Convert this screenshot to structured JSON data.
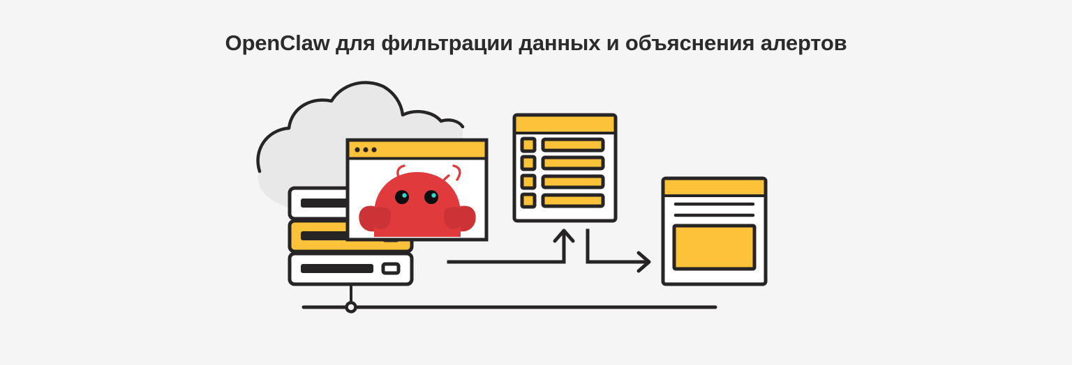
{
  "page": {
    "background_color": "#f5f5f5",
    "title": "OpenClaw для фильтрации данных и объяснения алертов",
    "title_color": "#2b2b2b"
  },
  "palette": {
    "ink": "#272425",
    "yellow": "#fbc23a",
    "cloud_gray": "#e8e8e8",
    "white": "#ffffff",
    "crab_red": "#e03a3c",
    "crab_red_dark": "#cc3336",
    "eye_highlight": "#2fd9c8"
  },
  "illustration": {
    "name": "openclaw-pipeline-diagram",
    "cloud": {
      "label": "cloud",
      "fill": "#e8e8e8",
      "stroke": "#272425"
    },
    "servers": {
      "label": "server-stack",
      "count": 3,
      "racks": [
        {
          "index": 1,
          "fill": "#ffffff",
          "active": false
        },
        {
          "index": 2,
          "fill": "#fbc23a",
          "active": true
        },
        {
          "index": 3,
          "fill": "#ffffff",
          "active": false
        }
      ]
    },
    "browser_window": {
      "label": "browser-window",
      "titlebar_color": "#fbc23a",
      "dots": 3,
      "content": "openclaw-crab-mascot"
    },
    "mascot": {
      "label": "openclaw-crab",
      "body_color": "#e03a3c",
      "claw_color": "#cc3336",
      "eyes": 2,
      "eye_highlight_color": "#2fd9c8",
      "antennae": 2
    },
    "checklist_panel": {
      "label": "filtered-data-list",
      "header_color": "#fbc23a",
      "rows": 4,
      "row_items": [
        {
          "checkbox": "filled",
          "bar": "filled"
        },
        {
          "checkbox": "filled",
          "bar": "filled"
        },
        {
          "checkbox": "filled",
          "bar": "filled"
        },
        {
          "checkbox": "filled",
          "bar": "filled"
        }
      ]
    },
    "document_panel": {
      "label": "alert-explanation-document",
      "header_color": "#fbc23a",
      "text_lines": 2,
      "block_color": "#fbc23a"
    },
    "arrows": [
      {
        "name": "arrow-to-list",
        "direction": "right-then-up"
      },
      {
        "name": "arrow-to-document",
        "direction": "down-then-right"
      }
    ],
    "bus_line": {
      "label": "network-bus",
      "node": "connector-dot"
    }
  }
}
